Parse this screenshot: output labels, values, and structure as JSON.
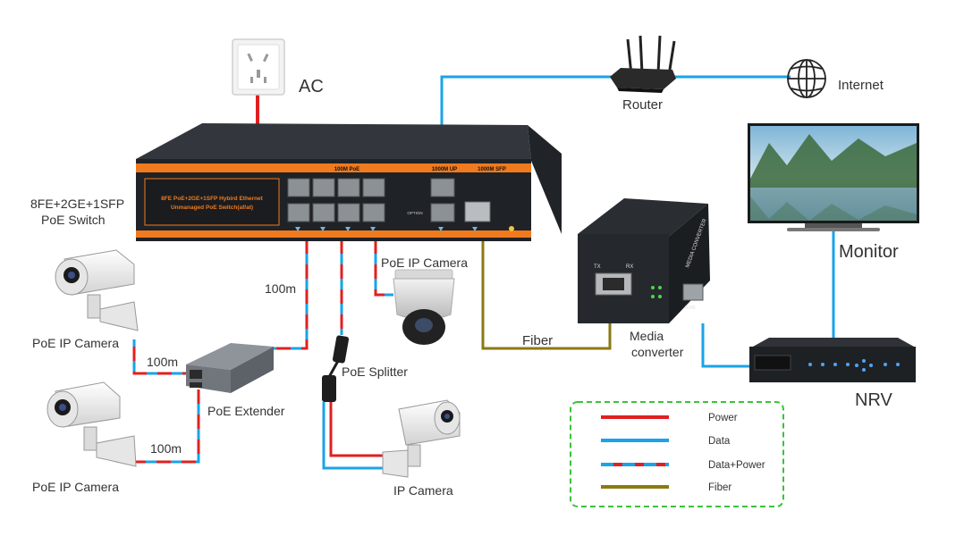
{
  "colors": {
    "power": "#e02020",
    "data": "#1aa3e8",
    "fiber": "#8a7a10",
    "switch_accent": "#f07a1e",
    "legend_border": "#39c339"
  },
  "labels": {
    "ac": "AC",
    "switch_name_line1": "8FE+2GE+1SFP",
    "switch_name_line2": "PoE Switch",
    "router": "Router",
    "internet": "Internet",
    "monitor": "Monitor",
    "nrv": "NRV",
    "media_converter_line1": "Media",
    "media_converter_line2": "converter",
    "fiber": "Fiber",
    "poe_ip_camera_dome": "PoE IP Camera",
    "poe_ip_camera_top": "PoE IP Camera",
    "poe_ip_camera_bottom": "PoE IP Camera",
    "poe_extender": "PoE Extender",
    "poe_splitter": "PoE Splitter",
    "ip_camera": "IP Camera",
    "distance_a": "100m",
    "distance_b": "100m",
    "distance_c": "100m"
  },
  "switch_panel": {
    "title_line1": "8FE PoE+2GE+1SFP Hybird Ethernet",
    "title_line2": "Unmanaged PoE Switch(af/at)",
    "group_poe": "100M PoE",
    "group_up": "1000M UP",
    "group_sfp": "1000M SFP",
    "small_label": "OPTION"
  },
  "media_converter_panel": {
    "name": "MEDIA CONVERTER",
    "tx": "TX",
    "rx": "RX",
    "rj45": "RJ45"
  },
  "legend": {
    "items": [
      {
        "label": "Power",
        "style": "power"
      },
      {
        "label": "Data",
        "style": "data"
      },
      {
        "label": "Data+Power",
        "style": "data_power"
      },
      {
        "label": "Fiber",
        "style": "fiber"
      }
    ]
  }
}
